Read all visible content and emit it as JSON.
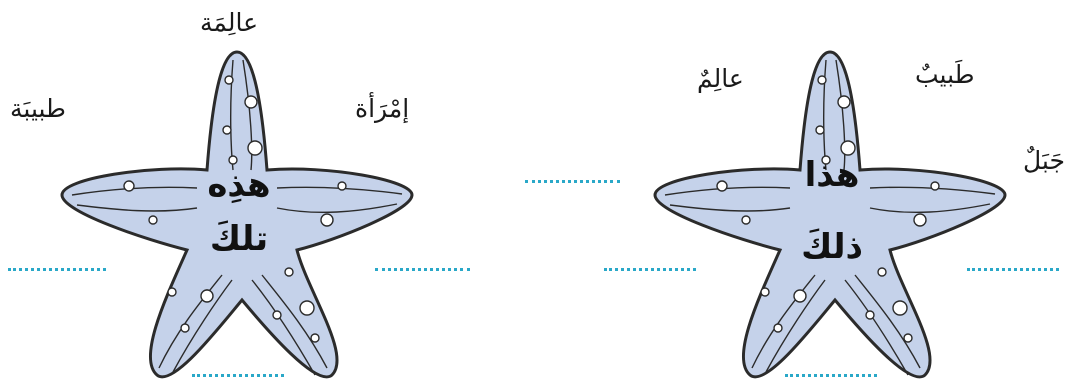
{
  "left_exercise": {
    "center_top": "هذِه",
    "center_bottom": "تلكَ",
    "words": {
      "top": "عالِمَة",
      "left": "طبيبَة",
      "right": "إمْرَأة"
    }
  },
  "right_exercise": {
    "center_top": "هذا",
    "center_bottom": "ذلكَ",
    "words": {
      "top_left": "عالِمٌ",
      "top_right": "طَبيبٌ",
      "right": "جَبَلٌ"
    }
  },
  "colors": {
    "star_fill": "#c5d2ea",
    "star_outline": "#2b2b2b",
    "answer_dots": "#2aa8c8"
  }
}
